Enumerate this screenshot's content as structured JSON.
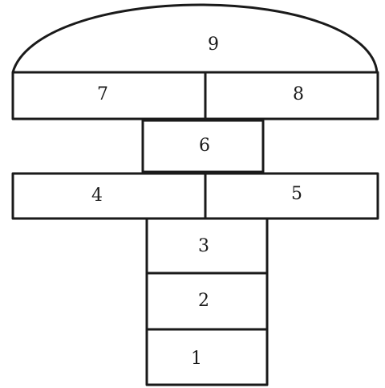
{
  "squares": [
    {
      "id": "1",
      "label": "1"
    },
    {
      "id": "2",
      "label": "2"
    },
    {
      "id": "3",
      "label": "3"
    },
    {
      "id": "4",
      "label": "4"
    },
    {
      "id": "5",
      "label": "5"
    },
    {
      "id": "6",
      "label": "6"
    },
    {
      "id": "7",
      "label": "7"
    },
    {
      "id": "8",
      "label": "8"
    },
    {
      "id": "9",
      "label": "9"
    }
  ],
  "colors": {
    "line": "#1a1a1a",
    "background": "#ffffff"
  }
}
